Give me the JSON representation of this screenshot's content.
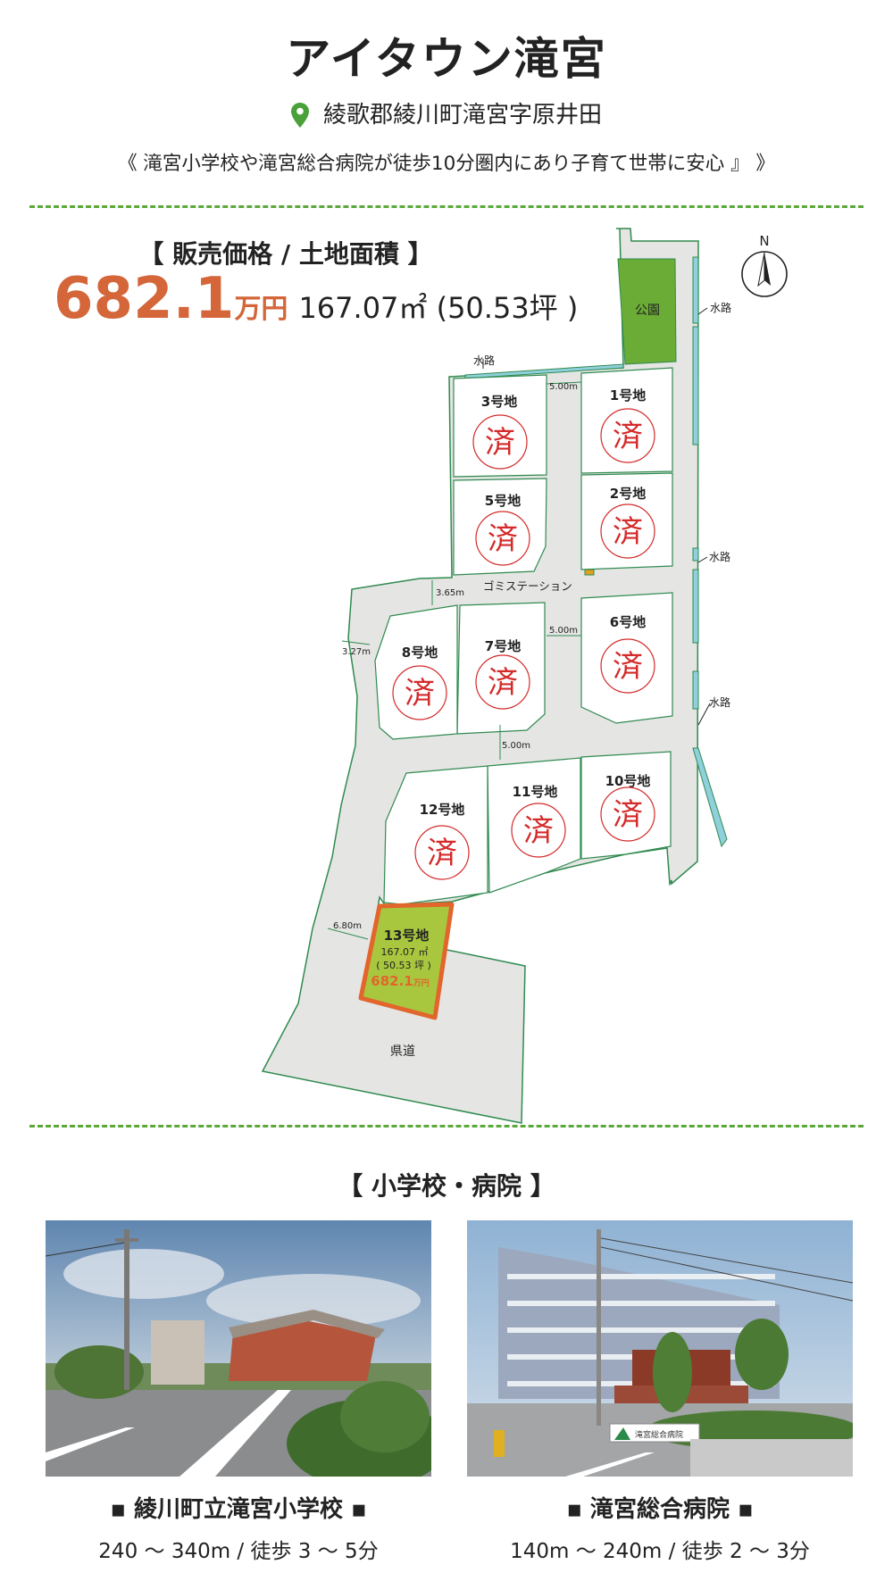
{
  "header": {
    "title": "アイタウン滝宮",
    "address": "綾歌郡綾川町滝宮字原井田",
    "tagline": "《 滝宮小学校や滝宮総合病院が徒歩10分圏内にあり子育て世帯に安心 』 》",
    "pin_icon": "location-pin-icon"
  },
  "price": {
    "heading": "【 販売価格 / 土地面積 】",
    "amount": "682.1",
    "unit": "万円",
    "separator": " / ",
    "area": "167.07㎡ (50.53坪 )"
  },
  "map": {
    "north": "N",
    "park": "公園",
    "waterway": "水路",
    "garbage": "ゴミステーション",
    "road": "県道",
    "sold_mark": "済",
    "widths": {
      "w1": "5.00m",
      "w2": "3.65m",
      "w3": "5.00m",
      "w4": "3.27m",
      "w5": "5.00m",
      "w6": "6.80m"
    },
    "lots": {
      "l1": "1号地",
      "l2": "2号地",
      "l3": "3号地",
      "l5": "5号地",
      "l6": "6号地",
      "l7": "7号地",
      "l8": "8号地",
      "l10": "10号地",
      "l11": "11号地",
      "l12": "12号地"
    },
    "lot13": {
      "name": "13号地",
      "area": "167.07 ㎡",
      "tsubo": "( 50.53 坪 )",
      "price": "682.1",
      "unit": "万円"
    },
    "colors": {
      "park": "#6aac35",
      "lot13_fill": "#a8c73f",
      "lot13_border": "#e2652c",
      "sold": "#d42a2a",
      "road": "#e5e5e4",
      "outline": "#2f8a4f",
      "water": "#8fd0dc"
    }
  },
  "facilities": {
    "heading": "【 小学校・病院 】",
    "school": {
      "name": "▪  綾川町立滝宮小学校  ▪",
      "distance": "240 〜 340m / 徒歩 3 〜 5分"
    },
    "hospital": {
      "name": "▪  滝宮総合病院 ▪",
      "distance": "140m 〜 240m / 徒歩 2 〜 3分",
      "sign": "滝宮総合病院"
    }
  }
}
